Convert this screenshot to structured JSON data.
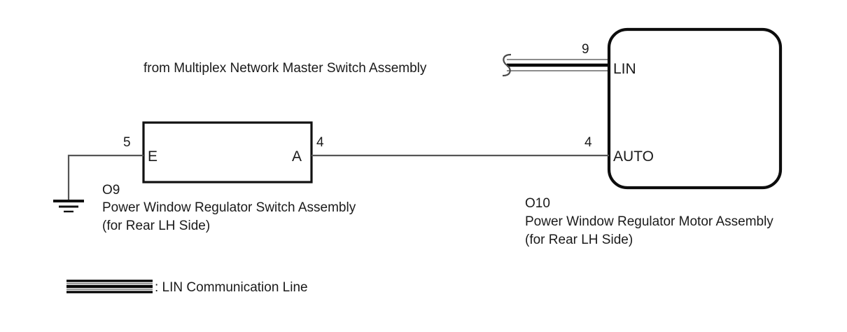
{
  "diagram": {
    "title_text": "from Multiplex Network Master Switch Assembly",
    "switch_assembly": {
      "code": "O9",
      "name": "Power Window Regulator Switch Assembly",
      "location": "(for Rear LH Side)",
      "terminal_left_label": "E",
      "terminal_right_label": "A",
      "pin_left": "5",
      "pin_right": "4"
    },
    "motor_assembly": {
      "code": "O10",
      "name": "Power Window Regulator Motor Assembly",
      "location": "(for Rear LH Side)",
      "terminal_top_label": "LIN",
      "terminal_bottom_label": "AUTO",
      "pin_top": "9",
      "pin_bottom": "4"
    },
    "legend": {
      "label": ": LIN Communication Line"
    },
    "colors": {
      "background": "#ffffff",
      "wire": "#555555",
      "box_border": "#111111",
      "lin_line_core": "#000000",
      "lin_line_edge": "#8d8d8d",
      "text": "#1a1a1a"
    }
  }
}
